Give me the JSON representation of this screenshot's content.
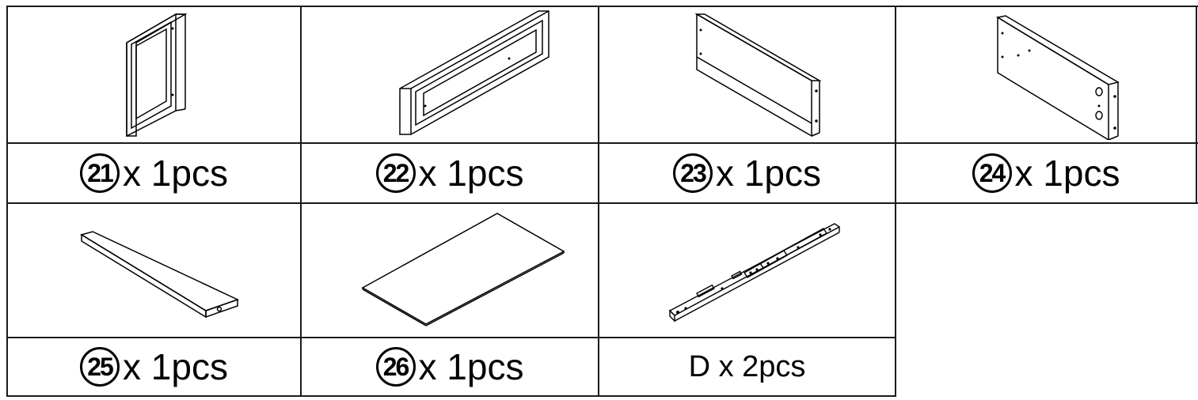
{
  "parts": [
    {
      "id": "part-21",
      "number": "21",
      "qty": "x 1pcs",
      "icon": "frame-door-icon"
    },
    {
      "id": "part-22",
      "number": "22",
      "qty": "x 1pcs",
      "icon": "drawer-front-icon"
    },
    {
      "id": "part-23",
      "number": "23",
      "qty": "x 1pcs",
      "icon": "back-panel-icon"
    },
    {
      "id": "part-24",
      "number": "24",
      "qty": "x 1pcs",
      "icon": "side-panel-icon"
    },
    {
      "id": "part-25",
      "number": "25",
      "qty": "x 1pcs",
      "icon": "shelf-board-icon"
    },
    {
      "id": "part-26",
      "number": "26",
      "qty": "x 1pcs",
      "icon": "thin-panel-icon"
    },
    {
      "id": "part-d",
      "number": "",
      "qty": "D x 2pcs",
      "icon": "drawer-slide-icon"
    }
  ]
}
